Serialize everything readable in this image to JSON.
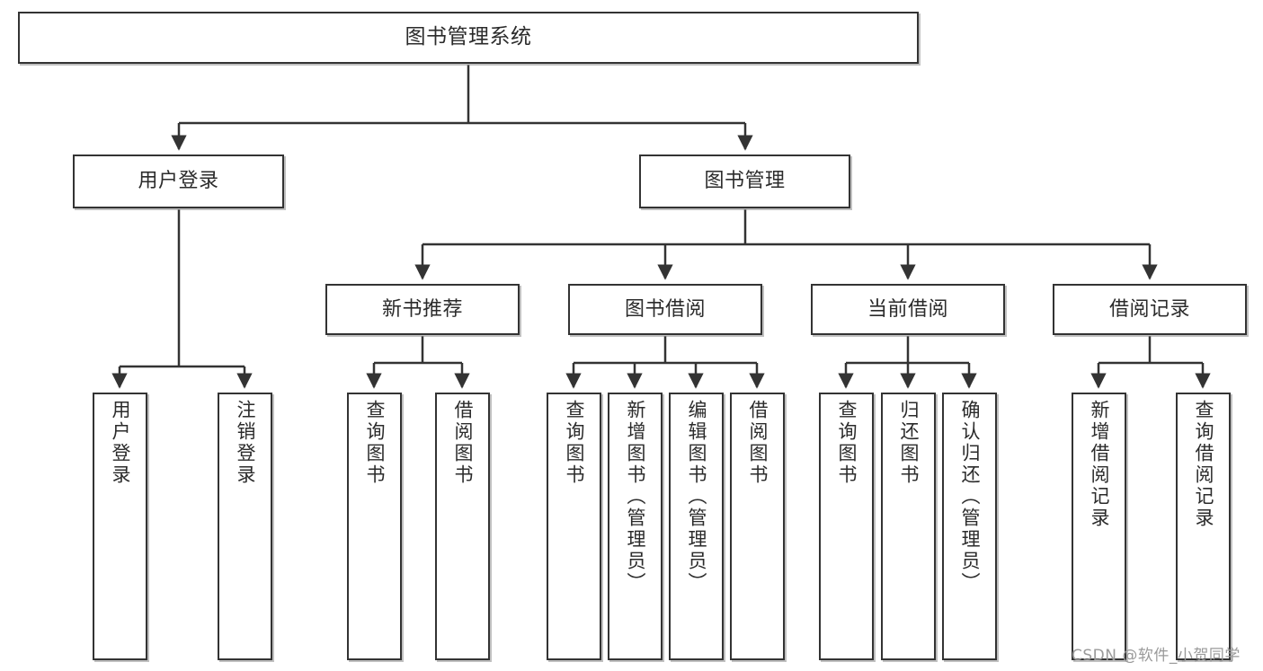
{
  "diagram": {
    "title": "图书管理系统",
    "type": "tree",
    "watermark": "CSDN @软件_小贺同学",
    "colors": {
      "box_border": "#333333",
      "box_fill": "#ffffff",
      "text": "#2b2b2b",
      "connector": "#333333",
      "watermark": "#9a9a9a",
      "background": "#ffffff"
    },
    "levels": [
      {
        "level": 1,
        "nodes": [
          {
            "id": "root",
            "label": "图书管理系统",
            "orientation": "horizontal"
          }
        ]
      },
      {
        "level": 2,
        "nodes": [
          {
            "id": "l2-0",
            "label": "用户登录",
            "orientation": "horizontal",
            "parent": "root"
          },
          {
            "id": "l2-1",
            "label": "图书管理",
            "orientation": "horizontal",
            "parent": "root"
          }
        ]
      },
      {
        "level": 3,
        "nodes": [
          {
            "id": "l3-0",
            "label": "新书推荐",
            "orientation": "horizontal",
            "parent": "l2-1"
          },
          {
            "id": "l3-1",
            "label": "图书借阅",
            "orientation": "horizontal",
            "parent": "l2-1"
          },
          {
            "id": "l3-2",
            "label": "当前借阅",
            "orientation": "horizontal",
            "parent": "l2-1"
          },
          {
            "id": "l3-3",
            "label": "借阅记录",
            "orientation": "horizontal",
            "parent": "l2-1"
          }
        ]
      },
      {
        "level": 4,
        "nodes": [
          {
            "id": "leaf-0",
            "label": "用户登录",
            "orientation": "vertical",
            "parent": "l2-0"
          },
          {
            "id": "leaf-1",
            "label": "注销登录",
            "orientation": "vertical",
            "parent": "l2-0"
          },
          {
            "id": "leaf-2",
            "label": "查询图书",
            "orientation": "vertical",
            "parent": "l3-0"
          },
          {
            "id": "leaf-3",
            "label": "借阅图书",
            "orientation": "vertical",
            "parent": "l3-0"
          },
          {
            "id": "leaf-4",
            "label": "查询图书",
            "orientation": "vertical",
            "parent": "l3-1"
          },
          {
            "id": "leaf-5",
            "label": "新增图书（管理员）",
            "orientation": "vertical",
            "parent": "l3-1"
          },
          {
            "id": "leaf-6",
            "label": "编辑图书（管理员）",
            "orientation": "vertical",
            "parent": "l3-1"
          },
          {
            "id": "leaf-7",
            "label": "借阅图书",
            "orientation": "vertical",
            "parent": "l3-1"
          },
          {
            "id": "leaf-8",
            "label": "查询图书",
            "orientation": "vertical",
            "parent": "l3-2"
          },
          {
            "id": "leaf-9",
            "label": "归还图书",
            "orientation": "vertical",
            "parent": "l3-2"
          },
          {
            "id": "leaf-10",
            "label": "确认归还（管理员）",
            "orientation": "vertical",
            "parent": "l3-2"
          },
          {
            "id": "leaf-11",
            "label": "新增借阅记录",
            "orientation": "vertical",
            "parent": "l3-3"
          },
          {
            "id": "leaf-12",
            "label": "查询借阅记录",
            "orientation": "vertical",
            "parent": "l3-3"
          }
        ]
      }
    ]
  }
}
